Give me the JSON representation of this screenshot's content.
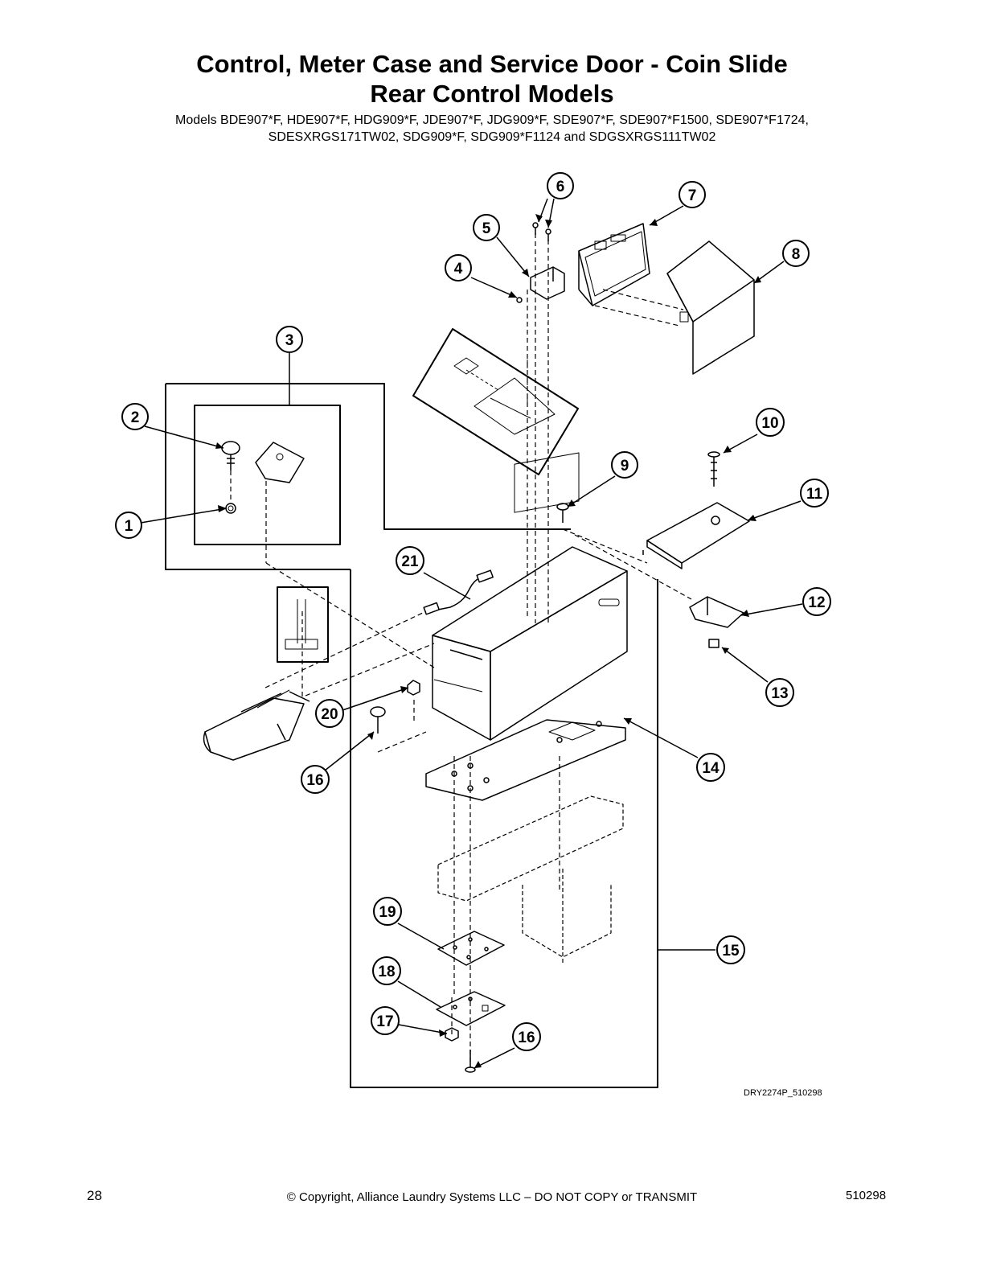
{
  "title_line1": "Control, Meter Case and Service Door - Coin Slide",
  "title_line2": "Rear Control Models",
  "models_line1": "Models BDE907*F, HDE907*F, HDG909*F, JDE907*F, JDG909*F, SDE907*F, SDE907*F1500, SDE907*F1724,",
  "models_line2": "SDESXRGS171TW02, SDG909*F, SDG909*F1124 and SDGSXRGS111TW02",
  "callouts": [
    "1",
    "2",
    "3",
    "4",
    "5",
    "6",
    "7",
    "8",
    "9",
    "10",
    "11",
    "12",
    "13",
    "14",
    "15",
    "16",
    "16",
    "17",
    "18",
    "19",
    "20",
    "21"
  ],
  "drawing_code": "DRY2274P_510298",
  "footer": {
    "page_number": "28",
    "copyright": "© Copyright, Alliance Laundry Systems LLC – DO NOT COPY or TRANSMIT",
    "doc_number": "510298"
  }
}
